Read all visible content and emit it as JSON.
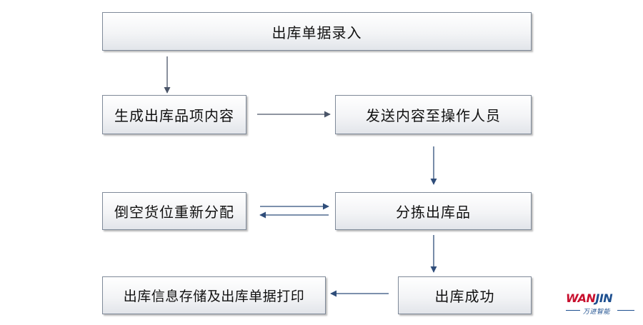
{
  "diagram": {
    "nodes": [
      {
        "id": "b1",
        "label": "出库单据录入"
      },
      {
        "id": "b2",
        "label": "生成出库品项内容"
      },
      {
        "id": "b3",
        "label": "发送内容至操作人员"
      },
      {
        "id": "b4",
        "label": "倒空货位重新分配"
      },
      {
        "id": "b5",
        "label": "分拣出库品"
      },
      {
        "id": "b6",
        "label": "出库信息存储及出库单据打印"
      },
      {
        "id": "b7",
        "label": "出库成功"
      }
    ],
    "edges": [
      {
        "from": "b1",
        "to": "b2"
      },
      {
        "from": "b2",
        "to": "b3"
      },
      {
        "from": "b3",
        "to": "b5"
      },
      {
        "from": "b4",
        "to": "b5"
      },
      {
        "from": "b5",
        "to": "b4"
      },
      {
        "from": "b5",
        "to": "b7"
      },
      {
        "from": "b7",
        "to": "b6"
      }
    ]
  },
  "logo": {
    "word_part1": "WAN",
    "word_part2": "JIN",
    "subtitle": "万进智能",
    "color_red": "#c8102e",
    "color_blue": "#1d4f8f"
  },
  "colors": {
    "arrow_dark": "#4a5568",
    "arrow_blue": "#2f4d7a"
  }
}
